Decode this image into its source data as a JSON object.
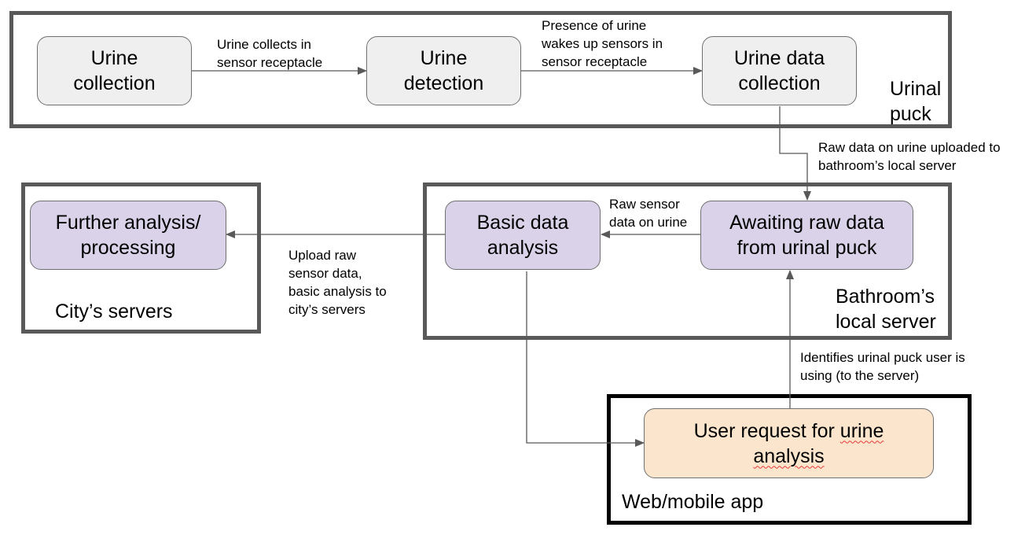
{
  "colors": {
    "container_gray": "#595959",
    "container_black": "#000000",
    "node_gray": "#efefef",
    "node_purple": "#d9d2e9",
    "node_peach": "#fce5cd",
    "arrow": "#595959",
    "spellcheck": "#e53935"
  },
  "containers": {
    "urinal_puck": "Urinal\npuck",
    "bathroom_server": "Bathroom’s\nlocal server",
    "city_servers": "City’s servers",
    "web_app": "Web/mobile app"
  },
  "nodes": {
    "urine_collection": "Urine\ncollection",
    "urine_detection": "Urine\ndetection",
    "urine_data_collection": "Urine data\ncollection",
    "awaiting_raw_data": "Awaiting raw data\nfrom urinal puck",
    "basic_data_analysis": "Basic data\nanalysis",
    "further_analysis": "Further analysis/\nprocessing",
    "user_request": {
      "line1_start": "User request for ",
      "line1_word": "urine",
      "line2": "analysis"
    }
  },
  "edges": {
    "collects": "Urine collects in\nsensor receptacle",
    "wakes_sensors": "Presence of urine\nwakes up sensors in\nsensor receptacle",
    "uploaded": "Raw data on urine uploaded to\nbathroom’s local server",
    "raw_sensor": "Raw sensor\ndata on urine",
    "upload_city": "Upload raw\nsensor data,\nbasic analysis to\ncity’s servers",
    "identifies": "Identifies urinal puck user is\nusing (to the server)"
  }
}
